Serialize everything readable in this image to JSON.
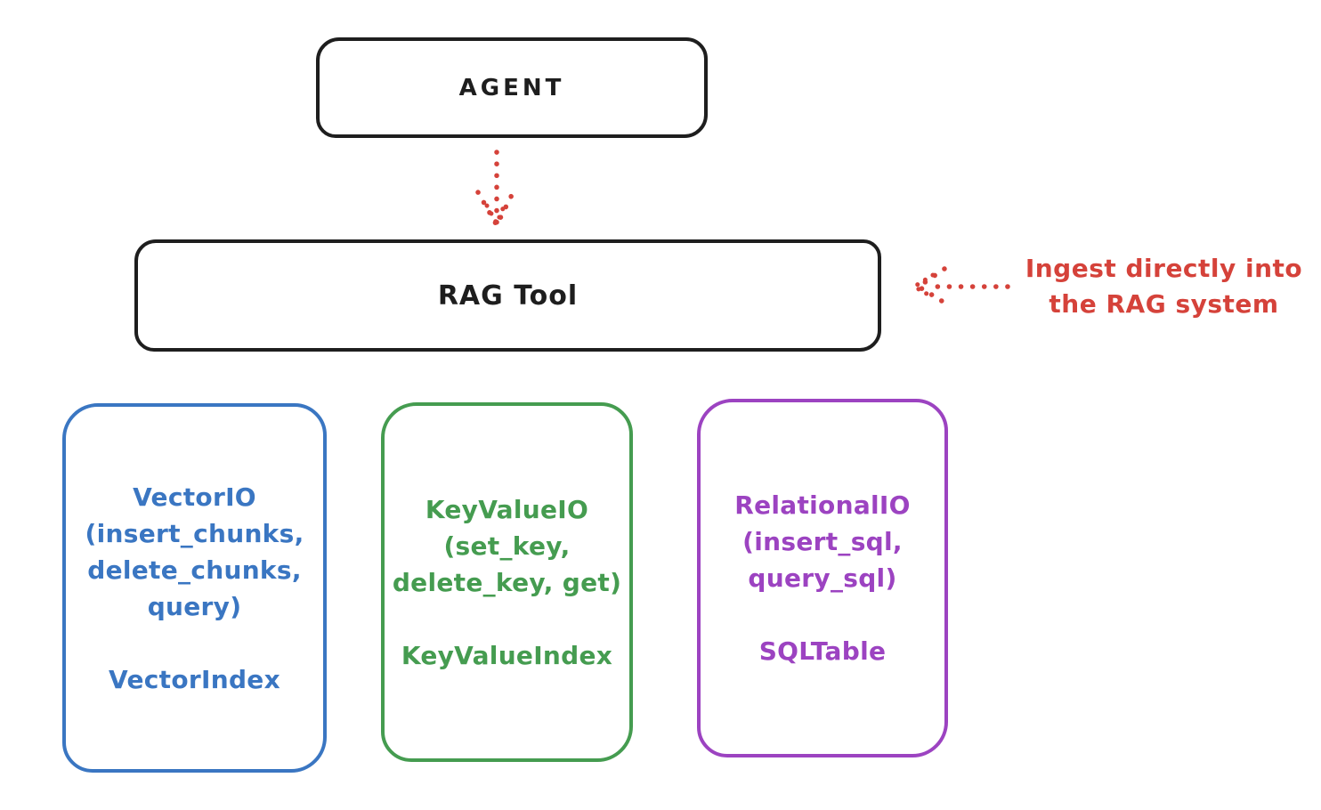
{
  "diagram": {
    "colors": {
      "stroke": "#1e1e1e",
      "red": "#d5423a",
      "blue": "#3a76c2",
      "green": "#459c50",
      "purple": "#9c43c1",
      "background": "#ffffff"
    },
    "agent_box": {
      "label": "AGENT"
    },
    "rag_tool_box": {
      "label": "RAG Tool"
    },
    "ingest_annotation": {
      "text": "Ingest directly into\nthe RAG system"
    },
    "arrows": [
      {
        "name": "agent-to-rag-arrow",
        "style": "dotted",
        "color": "#d5423a",
        "direction": "down"
      },
      {
        "name": "ingest-arrow",
        "style": "dotted",
        "color": "#d5423a",
        "direction": "left"
      }
    ],
    "io_boxes": [
      {
        "title": "VectorIO",
        "params": "(insert_chunks,\ndelete_chunks,\nquery)",
        "index": "VectorIndex",
        "color": "#3a76c2"
      },
      {
        "title": "KeyValueIO",
        "params": "(set_key,\ndelete_key, get)",
        "index": "KeyValueIndex",
        "color": "#459c50"
      },
      {
        "title": "RelationalIO",
        "params": "(insert_sql,\nquery_sql)",
        "index": "SQLTable",
        "color": "#9c43c1"
      }
    ]
  }
}
